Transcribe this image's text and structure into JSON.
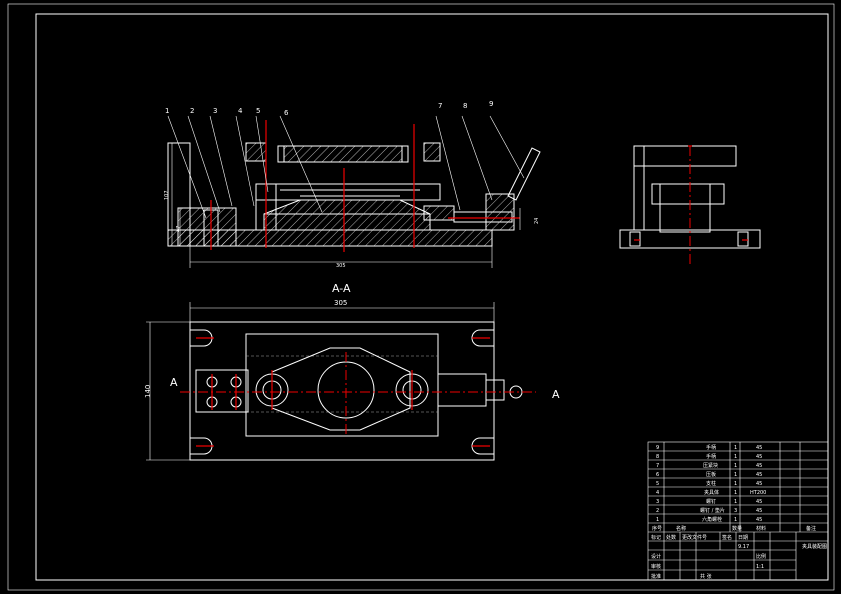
{
  "section_label": "A-A",
  "section_marker_left": "A",
  "section_marker_right": "A",
  "part_numbers": [
    "1",
    "2",
    "3",
    "4",
    "5",
    "6",
    "7",
    "8",
    "9"
  ],
  "dimensions": {
    "front_height": "107",
    "front_inner_height": "47",
    "front_right_height": "24",
    "front_width": "305",
    "top_width": "305",
    "top_height": "140"
  },
  "bom": {
    "rows": [
      {
        "no": "9",
        "name": "手柄",
        "qty": "1",
        "material": "45"
      },
      {
        "no": "8",
        "name": "手柄",
        "qty": "1",
        "material": "45"
      },
      {
        "no": "7",
        "name": "压紧块",
        "qty": "1",
        "material": "45"
      },
      {
        "no": "6",
        "name": "压板",
        "qty": "1",
        "material": "45"
      },
      {
        "no": "5",
        "name": "支柱",
        "qty": "1",
        "material": "45"
      },
      {
        "no": "4",
        "name": "夹具体",
        "qty": "1",
        "material": "HT200"
      },
      {
        "no": "3",
        "name": "螺钉",
        "qty": "1",
        "material": "45"
      },
      {
        "no": "2",
        "name": "螺钉 / 垫片",
        "qty": "3",
        "material": "45"
      },
      {
        "no": "1",
        "name": "六角螺栓",
        "qty": "1",
        "material": "45"
      }
    ],
    "header": [
      "序号",
      "名称",
      "数量",
      "材料",
      "备注"
    ],
    "title_block": {
      "designer_label": "设计",
      "checker_label": "审核",
      "approver_label": "批准",
      "scale_label": "比例",
      "scale_value": "1:1",
      "sheet_label": "共  张",
      "mark_label": "标记",
      "count_label": "处数",
      "change_label": "更改文件号",
      "sign_label": "签名",
      "date_label": "日期",
      "value_917": "9.17",
      "drawing_title": "夹具装配图"
    }
  }
}
